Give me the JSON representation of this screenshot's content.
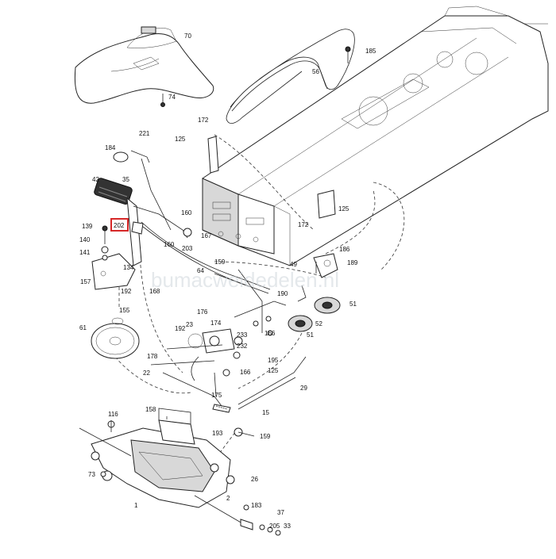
{
  "watermark": "bumacweidedelen.nl",
  "highlight_color": "#d62828",
  "callouts": [
    {
      "id": "c70",
      "text": "70"
    },
    {
      "id": "c74",
      "text": "74"
    },
    {
      "id": "c185",
      "text": "185"
    },
    {
      "id": "c56",
      "text": "56"
    },
    {
      "id": "c172a",
      "text": "172"
    },
    {
      "id": "c125a",
      "text": "125"
    },
    {
      "id": "c221",
      "text": "221"
    },
    {
      "id": "c184",
      "text": "184"
    },
    {
      "id": "c35",
      "text": "35"
    },
    {
      "id": "c42",
      "text": "42"
    },
    {
      "id": "c160a",
      "text": "160"
    },
    {
      "id": "c139",
      "text": "139"
    },
    {
      "id": "c202",
      "text": "202"
    },
    {
      "id": "c140",
      "text": "140"
    },
    {
      "id": "c141",
      "text": "141"
    },
    {
      "id": "c134",
      "text": "134"
    },
    {
      "id": "c160b",
      "text": "160"
    },
    {
      "id": "c167",
      "text": "167"
    },
    {
      "id": "c203",
      "text": "203"
    },
    {
      "id": "c125b",
      "text": "125"
    },
    {
      "id": "c172b",
      "text": "172"
    },
    {
      "id": "c186",
      "text": "186"
    },
    {
      "id": "c49",
      "text": "49"
    },
    {
      "id": "c189",
      "text": "189"
    },
    {
      "id": "c159a",
      "text": "159"
    },
    {
      "id": "c64",
      "text": "64"
    },
    {
      "id": "c192a",
      "text": "192"
    },
    {
      "id": "c168",
      "text": "168"
    },
    {
      "id": "c155",
      "text": "155"
    },
    {
      "id": "c190",
      "text": "190"
    },
    {
      "id": "c51a",
      "text": "51"
    },
    {
      "id": "c176",
      "text": "176"
    },
    {
      "id": "c23",
      "text": "23"
    },
    {
      "id": "c174",
      "text": "174"
    },
    {
      "id": "c166a",
      "text": "166"
    },
    {
      "id": "c52",
      "text": "52"
    },
    {
      "id": "c51b",
      "text": "51"
    },
    {
      "id": "c61",
      "text": "61"
    },
    {
      "id": "c192b",
      "text": "192"
    },
    {
      "id": "c233",
      "text": "233"
    },
    {
      "id": "c232",
      "text": "232"
    },
    {
      "id": "c178",
      "text": "178"
    },
    {
      "id": "c195",
      "text": "195"
    },
    {
      "id": "c125c",
      "text": "125"
    },
    {
      "id": "c166b",
      "text": "166"
    },
    {
      "id": "c22",
      "text": "22"
    },
    {
      "id": "c29",
      "text": "29"
    },
    {
      "id": "c175",
      "text": "175"
    },
    {
      "id": "c158",
      "text": "158"
    },
    {
      "id": "c116",
      "text": "116"
    },
    {
      "id": "c15",
      "text": "15"
    },
    {
      "id": "c193",
      "text": "193"
    },
    {
      "id": "c159b",
      "text": "159"
    },
    {
      "id": "c73",
      "text": "73"
    },
    {
      "id": "c26",
      "text": "26"
    },
    {
      "id": "c2",
      "text": "2"
    },
    {
      "id": "c1",
      "text": "1"
    },
    {
      "id": "c183",
      "text": "183"
    },
    {
      "id": "c37",
      "text": "37"
    },
    {
      "id": "c205",
      "text": "205"
    },
    {
      "id": "c33",
      "text": "33"
    },
    {
      "id": "c157",
      "text": "157"
    }
  ]
}
